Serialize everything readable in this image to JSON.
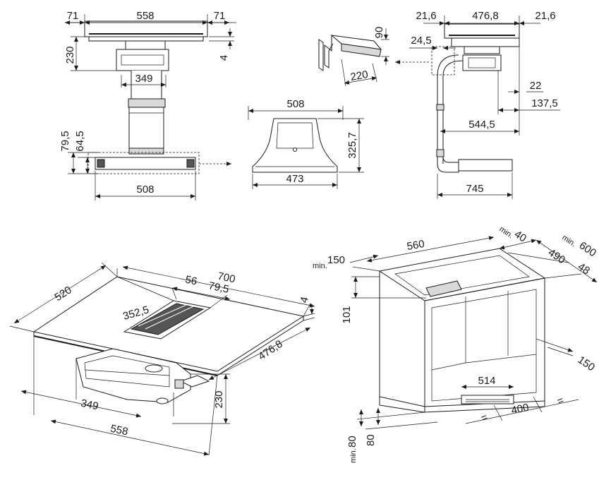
{
  "views": {
    "front_top": {
      "w1": "71",
      "w2": "558",
      "w3": "71",
      "h_left": "230",
      "h_right": "4",
      "inner": "349",
      "h1": "79,5",
      "h2": "64,5",
      "bottom": "508"
    },
    "hood_front": {
      "top": "508",
      "height": "325,7",
      "bottom": "473"
    },
    "cap": {
      "height": "90",
      "width": "220"
    },
    "side": {
      "w1": "21,6",
      "w2": "476,8",
      "w3": "21,6",
      "left": "24,5",
      "d1": "22",
      "d2": "137,5",
      "d3": "544,5",
      "d4": "745"
    },
    "iso_hob": {
      "length": "700",
      "depth": "520",
      "a": "56",
      "b": "79,5",
      "c": "352,5",
      "thick": "4",
      "side": "476,8",
      "ext_h": "230",
      "inner": "349",
      "width": "558"
    },
    "cabinet": {
      "top_min": "min.",
      "top_val": "150",
      "width": "560",
      "min40_pre": "min.",
      "min40": "40",
      "d490": "490",
      "min600_pre": "min.",
      "min600": "600",
      "d48": "48",
      "h101": "101",
      "d150": "150",
      "w514": "514",
      "w400": "400",
      "eq1": "=",
      "eq2": "=",
      "min80_pre": "min.",
      "min80": "80",
      "h80": "80"
    }
  }
}
